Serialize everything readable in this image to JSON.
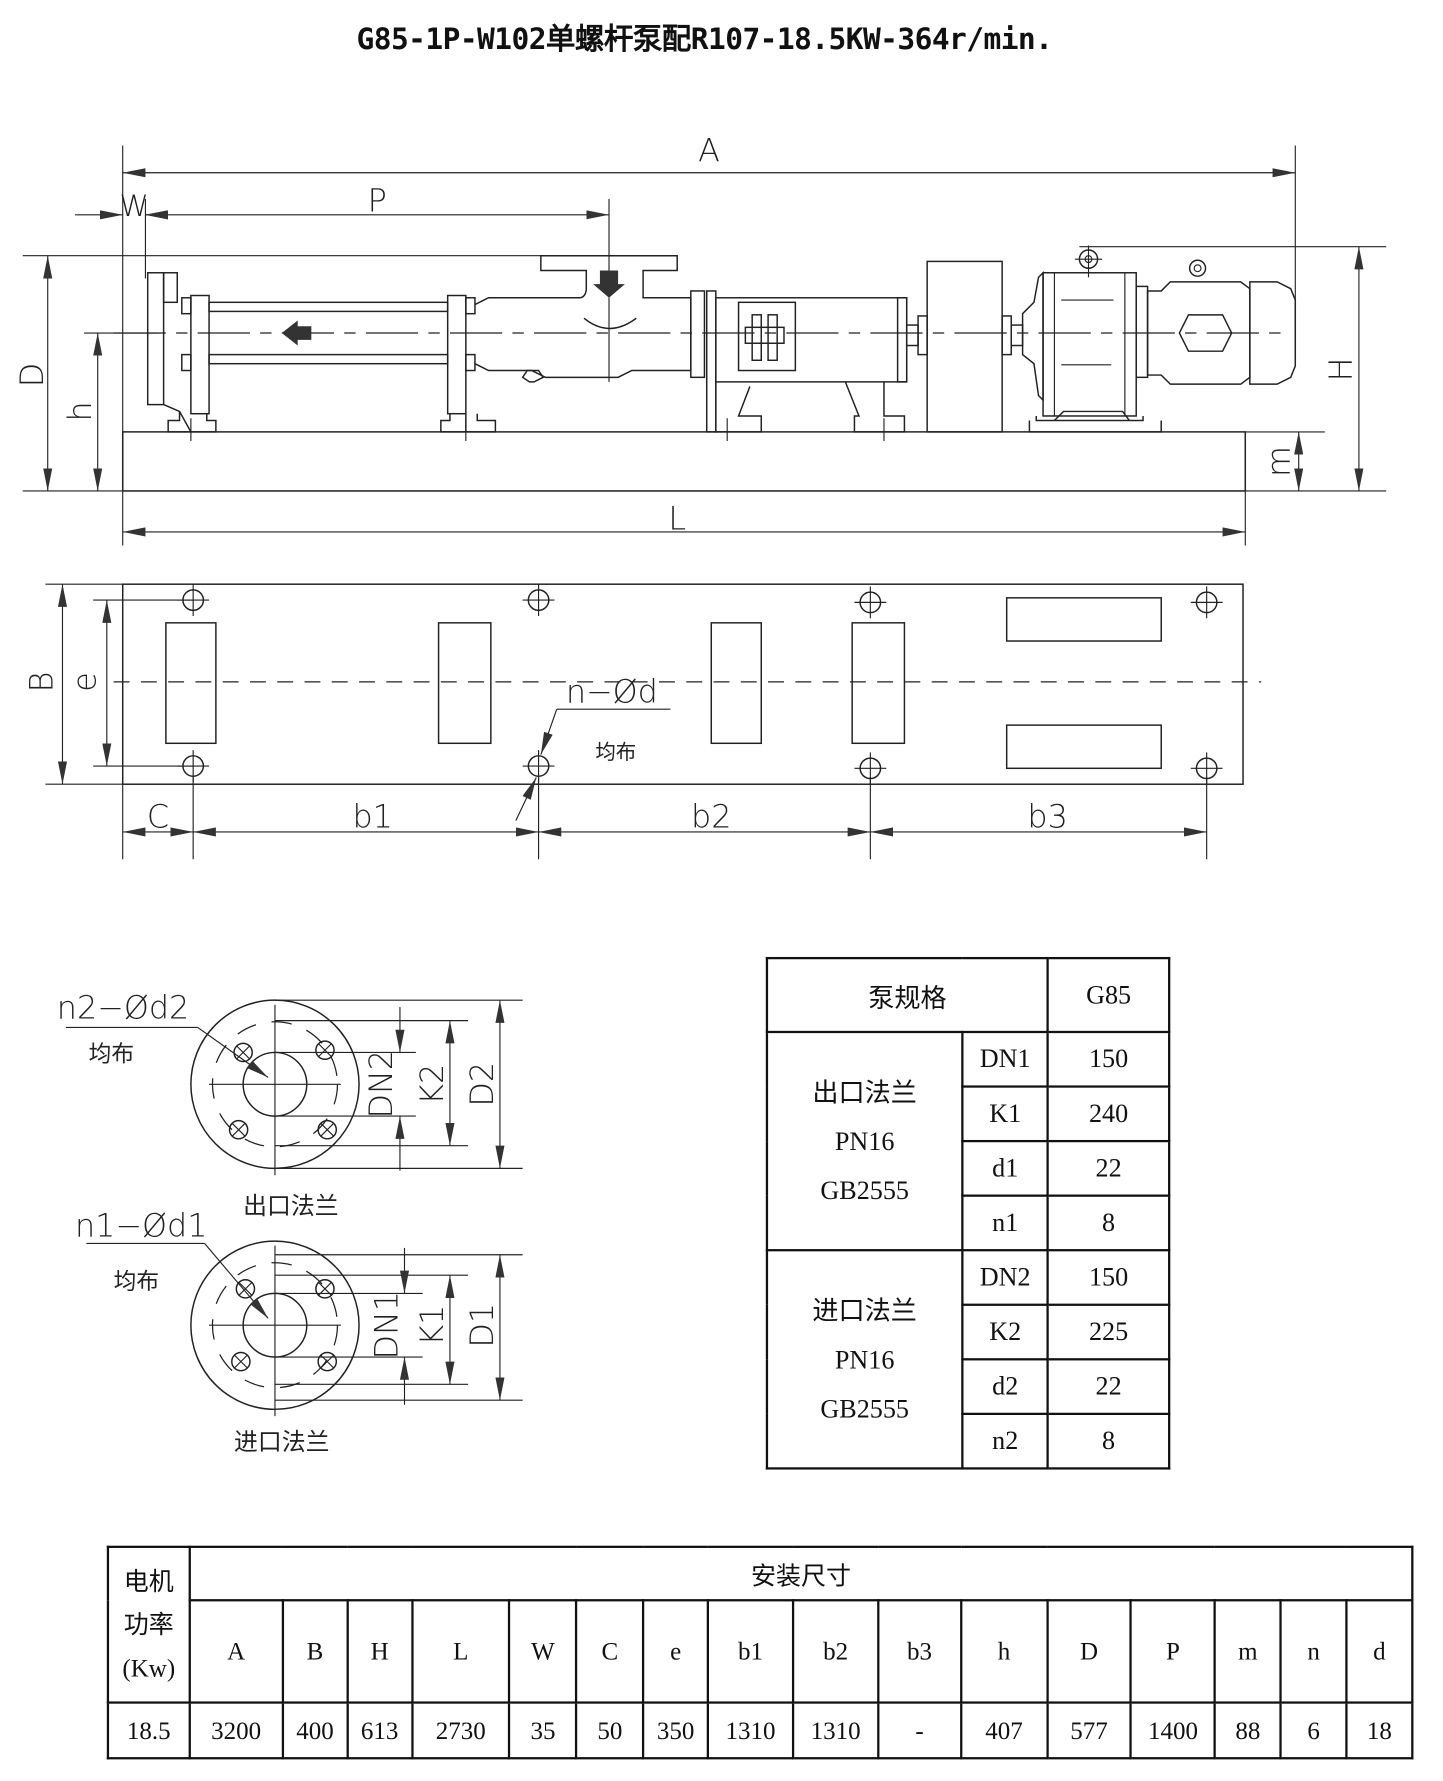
{
  "title": "G85-1P-W102单螺杆泵配R107-18.5KW-364r/min.",
  "elevation_view": {
    "dimension_labels": {
      "A": "A",
      "P": "P",
      "W": "W",
      "D": "D",
      "h": "h",
      "H": "H",
      "m": "m",
      "L": "L"
    },
    "flow_arrows": [
      "down-arrow-inlet",
      "left-arrow-flow"
    ]
  },
  "plan_view": {
    "dimension_labels": {
      "B": "B",
      "e": "e",
      "C": "C",
      "b1": "b1",
      "b2": "b2",
      "b3": "b3"
    },
    "hole_callout": "n−Ød",
    "hole_note": "均布"
  },
  "flange_details": [
    {
      "callout": "n2−Ød2",
      "note": "均布",
      "dims": [
        "DN2",
        "K2",
        "D2"
      ],
      "caption": "出口法兰"
    },
    {
      "callout": "n1−Ød1",
      "note": "均布",
      "dims": [
        "DN1",
        "K1",
        "D1"
      ],
      "caption": "进口法兰"
    }
  ],
  "flange_table": {
    "header_label": "泵规格",
    "header_value": "G85",
    "groups": [
      {
        "name_lines": [
          "出口法兰",
          "PN16",
          "GB2555"
        ],
        "rows": [
          {
            "key": "DN1",
            "value": "150"
          },
          {
            "key": "K1",
            "value": "240"
          },
          {
            "key": "d1",
            "value": "22"
          },
          {
            "key": "n1",
            "value": "8"
          }
        ]
      },
      {
        "name_lines": [
          "进口法兰",
          "PN16",
          "GB2555"
        ],
        "rows": [
          {
            "key": "DN2",
            "value": "150"
          },
          {
            "key": "K2",
            "value": "225"
          },
          {
            "key": "d2",
            "value": "22"
          },
          {
            "key": "n2",
            "value": "8"
          }
        ]
      }
    ]
  },
  "install_table": {
    "power_header_lines": [
      "电机",
      "功率",
      "(Kw)"
    ],
    "group_header": "安装尺寸",
    "columns": [
      "A",
      "B",
      "H",
      "L",
      "W",
      "C",
      "e",
      "b1",
      "b2",
      "b3",
      "h",
      "D",
      "P",
      "m",
      "n",
      "d"
    ],
    "rows": [
      {
        "power": "18.5",
        "values": [
          "3200",
          "400",
          "613",
          "2730",
          "35",
          "50",
          "350",
          "1310",
          "1310",
          "-",
          "407",
          "577",
          "1400",
          "88",
          "6",
          "18"
        ]
      }
    ]
  }
}
